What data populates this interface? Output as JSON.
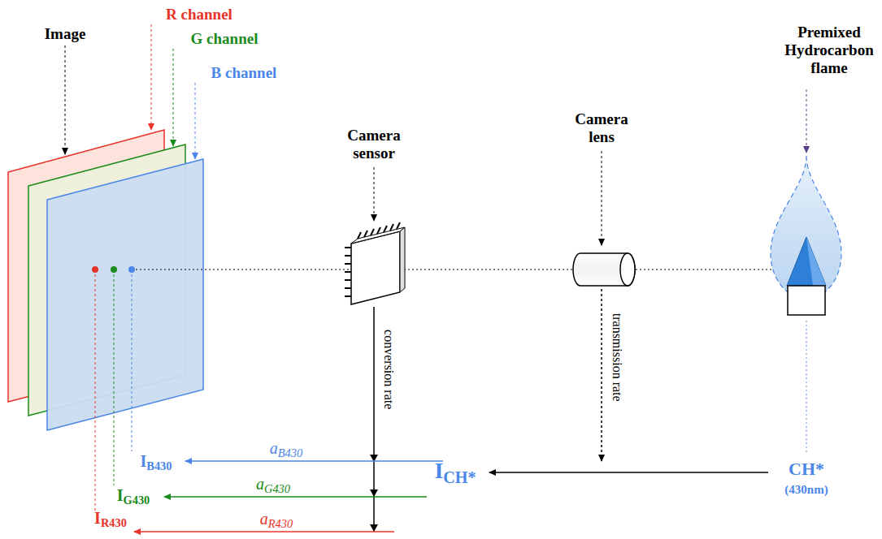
{
  "diagram": {
    "labels": [
      "Image",
      "R channel",
      "G channel",
      "B channel",
      "Camera sensor",
      "Camera lens",
      "Premixed Hydrocarbon flame",
      "conversion rate",
      "transmission rate",
      "IB430",
      "aB430",
      "IG430",
      "aG430",
      "IR430",
      "aR430",
      "ICH*",
      "CH*",
      "(430nm)"
    ]
  }
}
